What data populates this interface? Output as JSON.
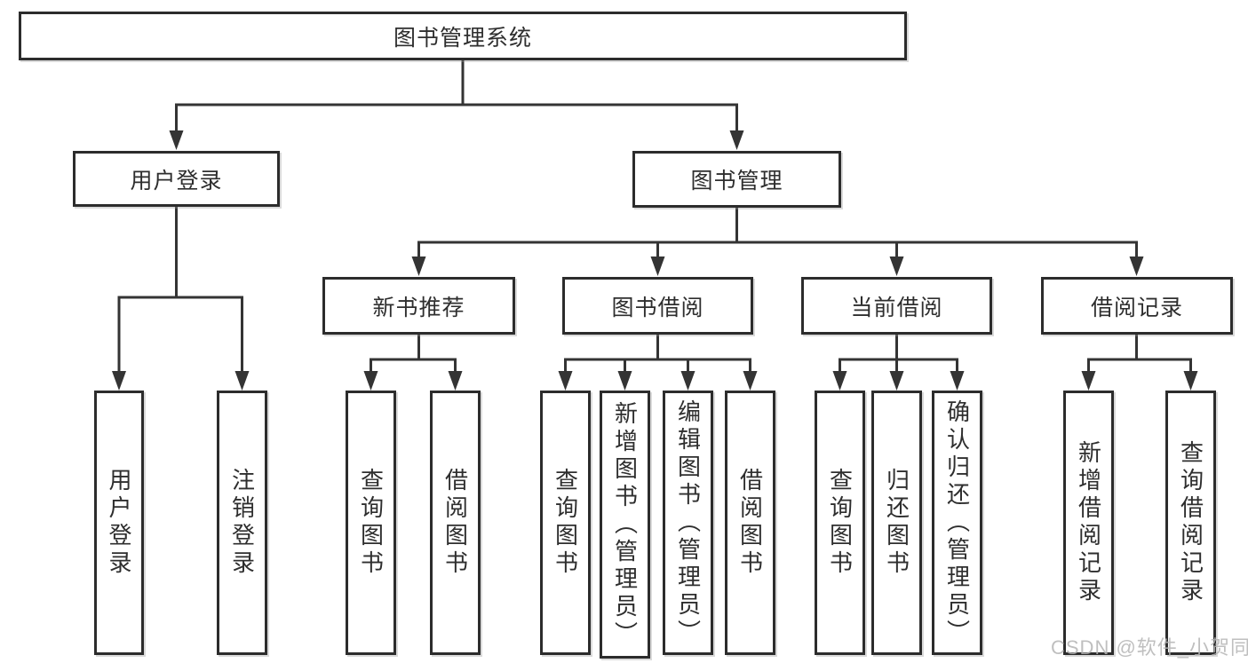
{
  "diagram": {
    "type": "hierarchy-diagram",
    "background": "#ffffff",
    "line_color": "#343434",
    "box_border_color": "#2c2c2c",
    "text_color": "#2e2e2e",
    "watermark_color": "#b4b4b4"
  },
  "tree": {
    "label": "图书管理系统",
    "children": [
      {
        "label": "用户登录",
        "children": [
          {
            "label": "用户登录"
          },
          {
            "label": "注销登录"
          }
        ]
      },
      {
        "label": "图书管理",
        "children": [
          {
            "label": "新书推荐",
            "children": [
              {
                "label": "查询图书"
              },
              {
                "label": "借阅图书"
              }
            ]
          },
          {
            "label": "图书借阅",
            "children": [
              {
                "label": "查询图书"
              },
              {
                "label": "新增图书（管理员）"
              },
              {
                "label": "编辑图书（管理员）"
              },
              {
                "label": "借阅图书"
              }
            ]
          },
          {
            "label": "当前借阅",
            "children": [
              {
                "label": "查询图书"
              },
              {
                "label": "归还图书"
              },
              {
                "label": "确认归还（管理员）"
              }
            ]
          },
          {
            "label": "借阅记录",
            "children": [
              {
                "label": "新增借阅记录"
              },
              {
                "label": "查询借阅记录"
              }
            ]
          }
        ]
      }
    ]
  },
  "watermark": {
    "text": "CSDN @软件_小贺同学"
  }
}
